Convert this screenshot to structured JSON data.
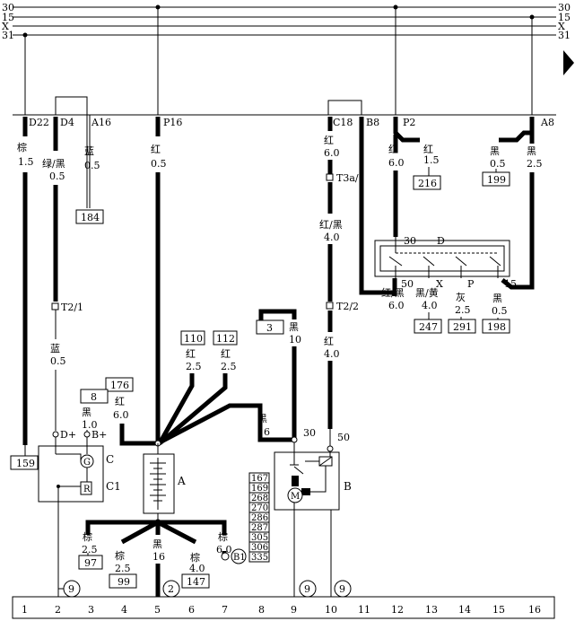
{
  "rails": [
    {
      "label_left": "30",
      "label_right": "30"
    },
    {
      "label_left": "15",
      "label_right": "15"
    },
    {
      "label_left": "X",
      "label_right": "X"
    },
    {
      "label_left": "31",
      "label_right": "31"
    }
  ],
  "connectors": {
    "d22": "D22",
    "d4": "D4",
    "a16": "A16",
    "p16": "P16",
    "c18": "C18",
    "b8": "B8",
    "p2": "P2",
    "a8": "A8",
    "t3a1": "T3a/1",
    "t2_2": "T2/2",
    "t2_1": "T2/1"
  },
  "wires": {
    "w_d22": {
      "color": "棕",
      "size": "1.5"
    },
    "w_d4": {
      "color": "绿/黑",
      "size": "0.5"
    },
    "w_a16": {
      "color": "蓝",
      "size": "0.5"
    },
    "w_p16": {
      "color": "红",
      "size": "0.5"
    },
    "w_c18": {
      "color": "红",
      "size": "6.0"
    },
    "w_t3a": {
      "color": "红/黑",
      "size": "4.0"
    },
    "w_t22": {
      "color": "红",
      "size": "4.0"
    },
    "w_p2": {
      "color": "红",
      "size": "6.0"
    },
    "w_216": {
      "color": "红",
      "size": "1.5"
    },
    "w_199": {
      "color": "黑",
      "size": "0.5"
    },
    "w_a8": {
      "color": "黑",
      "size": "2.5"
    },
    "w_t21": {
      "color": "蓝",
      "size": "0.5"
    },
    "w_3": {
      "color": "黑",
      "size": "10"
    },
    "w_110": {
      "color": "红",
      "size": "2.5"
    },
    "w_112": {
      "color": "红",
      "size": "2.5"
    },
    "w_176": {
      "color": "红",
      "size": "6.0"
    },
    "w_8": {
      "color": "黑",
      "size": "1.0"
    },
    "w_16": {
      "color": "黑",
      "size": "16"
    },
    "w_d50": {
      "color": "红/黑",
      "size": "6.0"
    },
    "w_dx": {
      "color": "黑/黄",
      "size": "4.0"
    },
    "w_dp": {
      "color": "灰",
      "size": "2.5"
    },
    "w_d15": {
      "color": "黑",
      "size": "0.5"
    },
    "w_97": {
      "color": "棕",
      "size": "2.5"
    },
    "w_99": {
      "color": "棕",
      "size": "2.5"
    },
    "w_gnd": {
      "color": "黑",
      "size": "16"
    },
    "w_147": {
      "color": "棕",
      "size": "4.0"
    },
    "w_b1": {
      "color": "棕",
      "size": "6.0"
    }
  },
  "refs": {
    "r184": "184",
    "r216": "216",
    "r199": "199",
    "r247": "247",
    "r291": "291",
    "r198": "198",
    "r3": "3",
    "r110": "110",
    "r112": "112",
    "r176": "176",
    "r8": "8",
    "r159": "159",
    "r97": "97",
    "r99": "99",
    "r147": "147"
  },
  "ref_column": [
    "167",
    "169",
    "268",
    "270",
    "286",
    "287",
    "305",
    "306",
    "335"
  ],
  "components": {
    "gen_c": "C",
    "gen_c1": "C1",
    "gen_dplus": "D+",
    "gen_bplus": "B+",
    "battery": "A",
    "starter": "B",
    "starter_t30": "30",
    "starter_t50": "50",
    "switch": "D",
    "sw_30": "30",
    "sw_50": "50",
    "sw_x": "X",
    "sw_p": "P",
    "sw_15": "15",
    "b1": "B1",
    "motor": "M",
    "gen_g": "G",
    "gen_r": "R"
  },
  "grounds": {
    "g9a": "9",
    "g2": "2",
    "g9b": "9",
    "g9c": "9"
  },
  "bottom_numbers": [
    "1",
    "2",
    "3",
    "4",
    "5",
    "6",
    "7",
    "8",
    "9",
    "10",
    "11",
    "12",
    "13",
    "14",
    "15",
    "16"
  ]
}
